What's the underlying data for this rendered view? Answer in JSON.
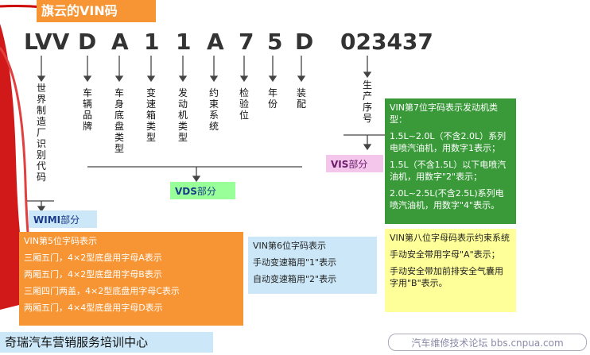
{
  "title": "旗云的VIN码",
  "vin_chars": [
    {
      "text": "LVV",
      "label": "世界制造厂识别代码"
    },
    {
      "text": "D",
      "label": "车辆品牌"
    },
    {
      "text": "A",
      "label": "车身底盘类型"
    },
    {
      "text": "1",
      "label": "变速箱类型"
    },
    {
      "text": "1",
      "label": "发动机类型"
    },
    {
      "text": "A",
      "label": "约束系统"
    },
    {
      "text": "7",
      "label": "检验位"
    },
    {
      "text": "5",
      "label": "年份"
    },
    {
      "text": "D",
      "label": "装配"
    },
    {
      "text": "023437",
      "label": "生产序号"
    }
  ],
  "sections": {
    "wmi": {
      "code": "WIMI",
      "suffix": "部分"
    },
    "vds": {
      "code": "VDS",
      "suffix": "部分"
    },
    "vis": {
      "code": "VIS",
      "suffix": "部分"
    }
  },
  "notes": {
    "pos7": [
      "VIN第7位字码表示发动机类型：",
      "1.5L~2.0L（不含2.0L）系列电喷汽油机，用数字1表示；",
      "1.5L（不含1.5L）以下电喷汽油机，用数字\"2\"表示；",
      "2.0L~2.5L(不含2.5L)系列电喷汽油机，用数字\"4\"表示。"
    ],
    "pos8": [
      "VIN第八位字母码表示约束系统",
      "手动安全带用字母\"A\"表示；",
      "手动安全带加前排安全气囊用字用\"B\"表示。"
    ],
    "pos5": [
      "VIN第5位字码表示",
      "三厢五门，4×2型底盘用字母A表示",
      "两厢五门，4×2型底盘用字母B表示",
      "三厢四门两盖，4×2型底盘用字母C表示",
      "两厢五门，4×4型底盘用字母D表示"
    ],
    "pos6": [
      "VIN第6位字码表示",
      "手动变速箱用\"1\"表示",
      "自动变速箱用\"2\"表示"
    ]
  },
  "footer": "奇瑞汽车营销服务培训中心",
  "watermark": "汽车维修技术论坛 bbs.cnpua.com",
  "colors": {
    "accent_red": "#cc0000",
    "orange": "#f79433",
    "green": "#3a9a3a",
    "yellow": "#ffff99",
    "light_blue": "#cce8f8",
    "pink": "#f4c6ec",
    "light_green": "#99ff99"
  }
}
